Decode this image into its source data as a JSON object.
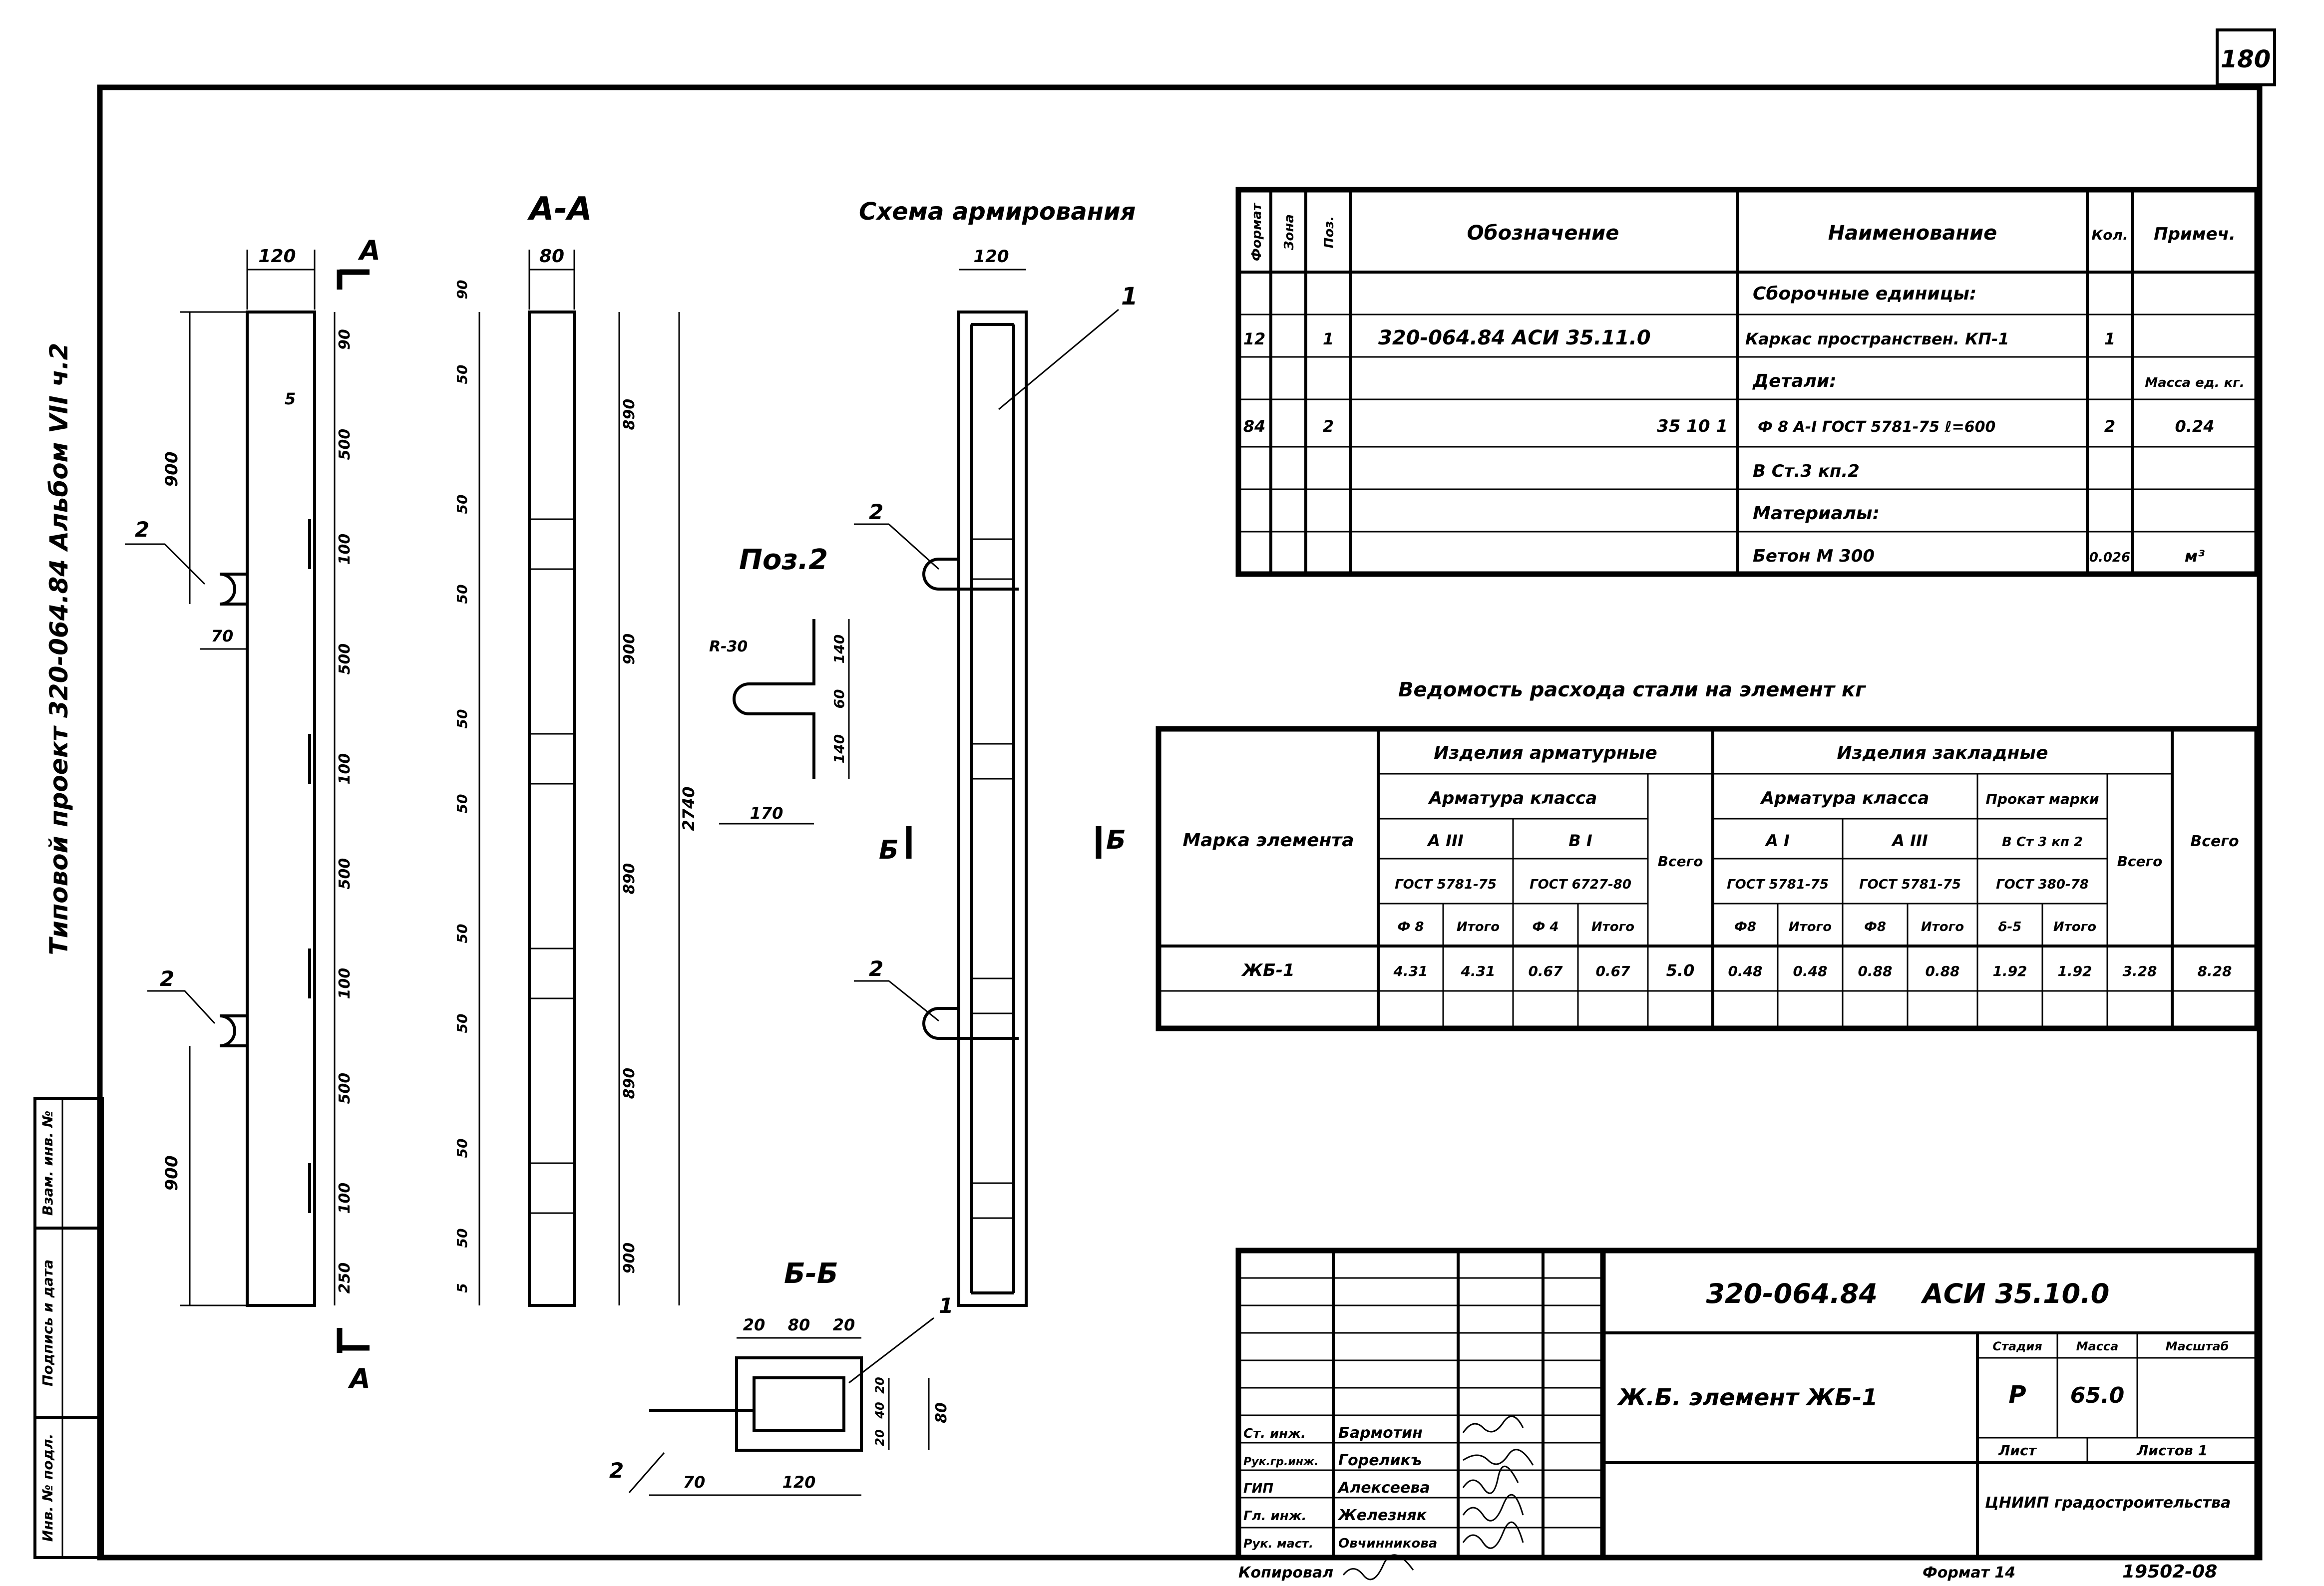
{
  "page_number": "180",
  "side_title": "Типовой проект 320-064.84 Альбом VII ч.2",
  "views": {
    "section_aa_title": "А-А",
    "reinforcement_title": "Схема армирования",
    "pos2_title": "Поз.2",
    "section_bb_title": "Б-Б",
    "cut_a": "А",
    "cut_b": "Б",
    "pos_label_1": "1",
    "pos_label_2": "2",
    "radius_label": "R-30"
  },
  "dimensions": {
    "left_view": {
      "width": "120",
      "left_top": "900",
      "left_bottom": "900",
      "gap": "5",
      "hook_offset": "70",
      "right": [
        "90",
        "500",
        "100",
        "500",
        "100",
        "500",
        "100",
        "500",
        "100",
        "250"
      ]
    },
    "section_aa": {
      "width": "80",
      "left": [
        "90",
        "50",
        "50",
        "50",
        "50",
        "50",
        "50",
        "50",
        "50",
        "50",
        "50",
        "5"
      ],
      "right": [
        "890",
        "900",
        "890",
        "890",
        "900"
      ],
      "total": "2740"
    },
    "reinforcement": {
      "width": "120"
    },
    "pos2": {
      "top": "140",
      "mid": "60",
      "bottom": "140",
      "horizontal": "170"
    },
    "section_bb": {
      "top": [
        "20",
        "80",
        "20"
      ],
      "bottom_left": "70",
      "bottom_width": "120",
      "right_small": [
        "20",
        "40",
        "20"
      ],
      "right_total": "80"
    }
  },
  "spec_table": {
    "headers": {
      "format": "Формат",
      "zone": "Зона",
      "pos": "Поз.",
      "designation": "Обозначение",
      "name": "Наименование",
      "qty": "Кол.",
      "note": "Примеч."
    },
    "rows": [
      {
        "format": "",
        "zone": "",
        "pos": "",
        "designation": "",
        "name": "Сборочные единицы:",
        "qty": "",
        "note": ""
      },
      {
        "format": "12",
        "zone": "",
        "pos": "1",
        "designation": "320-064.84 АСИ 35.11.0",
        "name": "Каркас пространствен. КП-1",
        "qty": "1",
        "note": ""
      },
      {
        "format": "",
        "zone": "",
        "pos": "",
        "designation": "",
        "name": "Детали:",
        "qty": "",
        "note": "Масса ед. кг."
      },
      {
        "format": "84",
        "zone": "",
        "pos": "2",
        "designation": "35 10 1",
        "name": "Ф 8 А-I ГОСТ 5781-75 ℓ=600",
        "qty": "2",
        "note": "0.24"
      },
      {
        "format": "",
        "zone": "",
        "pos": "",
        "designation": "",
        "name": "В Ст.3 кп.2",
        "qty": "",
        "note": ""
      },
      {
        "format": "",
        "zone": "",
        "pos": "",
        "designation": "",
        "name": "Материалы:",
        "qty": "",
        "note": ""
      },
      {
        "format": "",
        "zone": "",
        "pos": "",
        "designation": "",
        "name": "Бетон М 300",
        "qty": "0.026",
        "note": "м³"
      }
    ]
  },
  "steel_table": {
    "title": "Ведомость расхода стали на элемент кг",
    "element_mark_header": "Марка элемента",
    "group_reinforcing": "Изделия арматурные",
    "group_embedded": "Изделия закладные",
    "class_header": "Арматура класса",
    "class_header2": "Арматура класса",
    "rolled_header": "Прокат марки",
    "sub_a3": "А III",
    "sub_b1": "В I",
    "sub_a1": "А I",
    "sub_a3b": "А III",
    "sub_vst": "В Ст 3 кп 2",
    "gost_1": "ГОСТ 5781-75",
    "gost_2": "ГОСТ 6727-80",
    "gost_3": "ГОСТ 5781-75",
    "gost_4": "ГОСТ 5781-75",
    "gost_5": "ГОСТ 380-78",
    "col_d8": "Ф 8",
    "col_total": "Итого",
    "col_d4": "Ф 4",
    "col_total2": "Итого",
    "col_d8b": "Ф8",
    "col_total3": "Итого",
    "col_d8c": "Ф8",
    "col_total4": "Итого",
    "col_s85": "δ-5",
    "col_total5": "Итого",
    "vsego1": "Всего",
    "vsego2": "Всего",
    "vsego3": "Всего",
    "row": {
      "mark": "ЖБ-1",
      "values": [
        "4.31",
        "4.31",
        "0.67",
        "0.67",
        "5.0",
        "0.48",
        "0.48",
        "0.88",
        "0.88",
        "1.92",
        "1.92",
        "3.28",
        "8.28"
      ]
    }
  },
  "title_block": {
    "code": "320-064.84",
    "series": "АСИ 35.10.0",
    "element_name": "Ж.Б. элемент ЖБ-1",
    "stage_label": "Стадия",
    "mass_label": "Масса",
    "scale_label": "Масштаб",
    "stage": "Р",
    "mass": "65.0",
    "sheet_label": "Лист",
    "sheets_label": "Листов 1",
    "org": "ЦНИИП градостроительства",
    "roles": [
      {
        "role": "Ст. инж.",
        "name": "Бармотин"
      },
      {
        "role": "Рук.гр.инж.",
        "name": "Гореликъ"
      },
      {
        "role": "ГИП",
        "name": "Алексеева"
      },
      {
        "role": "Гл. инж.",
        "name": "Железняк"
      },
      {
        "role": "Рук. маст.",
        "name": "Овчинникова"
      }
    ],
    "copied_label": "Копировал",
    "format_label": "Формат 14",
    "print_code": "19502-08"
  },
  "stamp_column": {
    "labels": [
      "Инв. № подл.",
      "Подпись и дата",
      "Взам. инв. №"
    ]
  }
}
